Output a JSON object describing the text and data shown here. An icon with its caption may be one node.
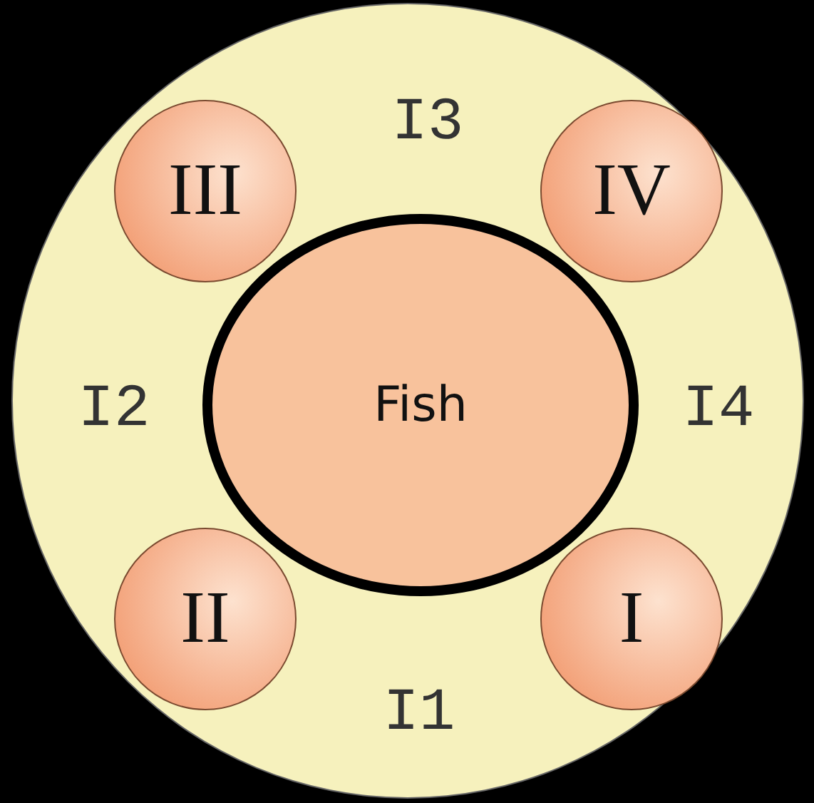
{
  "diagram": {
    "nodes": [
      {
        "text": [],
        "shape": "circle"
      },
      {
        "text": [
          "III"
        ],
        "in": 0
      },
      {
        "text": [
          "IV"
        ],
        "in": 0
      },
      {
        "text": [
          "Fish"
        ],
        "in": 0
      },
      {
        "text": [
          "II"
        ],
        "in": 0
      },
      {
        "text": [
          "I"
        ],
        "in": 0
      }
    ],
    "edges": [],
    "labels": [
      "I3",
      "I2",
      "I4",
      "I1"
    ]
  }
}
